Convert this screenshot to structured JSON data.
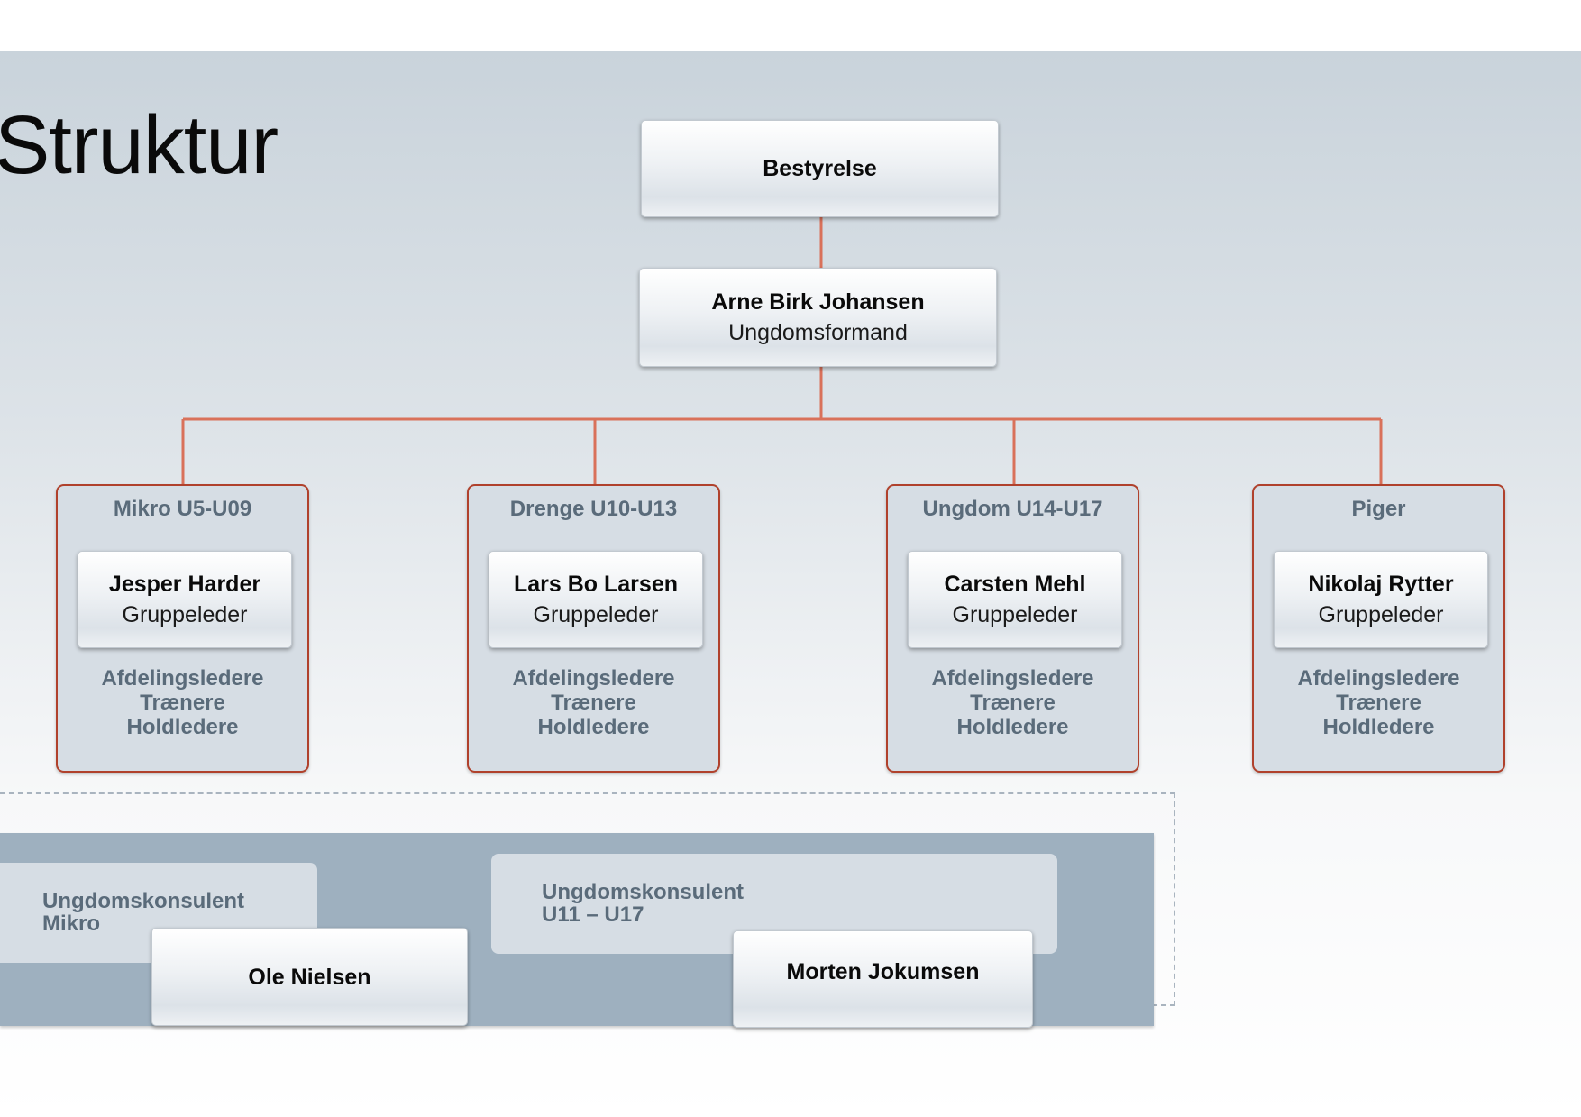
{
  "slide_title": "Struktur",
  "top": {
    "board": "Bestyrelse",
    "chair_name": "Arne Birk Johansen",
    "chair_role": "Ungdomsformand"
  },
  "groups": [
    {
      "title": "Mikro U5-U09",
      "leader": "Jesper Harder",
      "leader_role": "Gruppeleder",
      "sub": [
        "Afdelingsledere",
        "Trænere",
        "Holdledere"
      ]
    },
    {
      "title": "Drenge U10-U13",
      "leader": "Lars Bo Larsen",
      "leader_role": "Gruppeleder",
      "sub": [
        "Afdelingsledere",
        "Trænere",
        "Holdledere"
      ]
    },
    {
      "title": "Ungdom U14-U17",
      "leader": "Carsten Mehl",
      "leader_role": "Gruppeleder",
      "sub": [
        "Afdelingsledere",
        "Trænere",
        "Holdledere"
      ]
    },
    {
      "title": "Piger",
      "leader": "Nikolaj Rytter",
      "leader_role": "Gruppeleder",
      "sub": [
        "Afdelingsledere",
        "Trænere",
        "Holdledere"
      ]
    }
  ],
  "consultants": [
    {
      "line1": "Ungdomskonsulent",
      "line2": "Mikro",
      "person": "Ole Nielsen"
    },
    {
      "line1": "Ungdomskonsulent",
      "line2": "U11 – U17",
      "person": "Morten Jokumsen"
    }
  ],
  "colors": {
    "connector": "#d9715a",
    "group_border": "#b0412c",
    "band": "#9eb0bf",
    "muted_text": "#5a6b7a"
  }
}
